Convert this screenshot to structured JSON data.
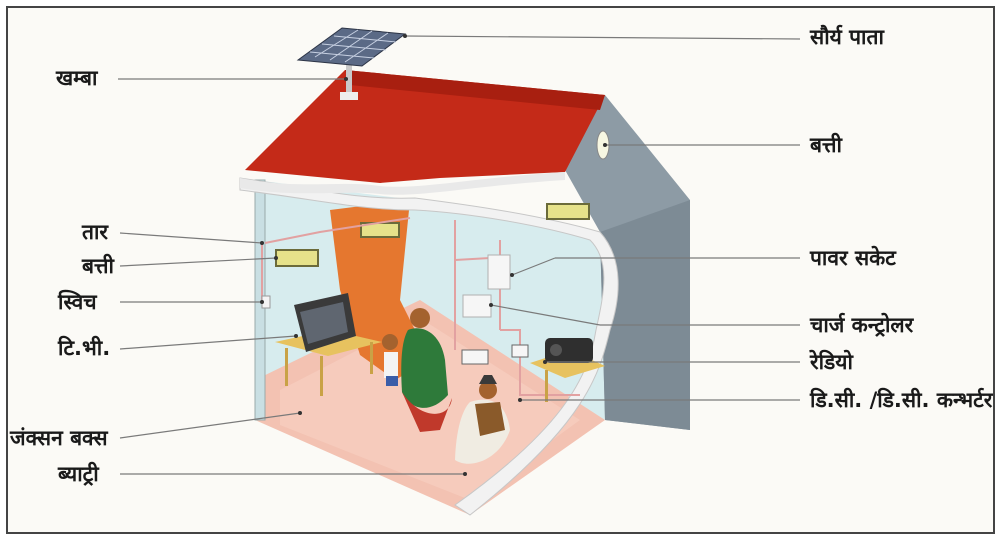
{
  "labels": {
    "solar_panel": "सौर्य पाता",
    "pole": "खम्बा",
    "lamp_top": "बत्ती",
    "wire": "तार",
    "lamp_left": "बत्ती",
    "switch": "स्विच",
    "tv": "टि.भी.",
    "junction_box": "जंक्सन बक्स",
    "battery": "ब्याट्री",
    "power_socket": "पावर सकेट",
    "charge_controller": "चार्ज कन्ट्रोलर",
    "radio": "रेडियो",
    "dc_converter": "डि.सी. /डि.सी. कन्भर्टर"
  },
  "colors": {
    "roof": "#c42a18",
    "wall": "#d7ecee",
    "floor": "#f3c2b2",
    "leader_line": "#7a7a7a"
  }
}
